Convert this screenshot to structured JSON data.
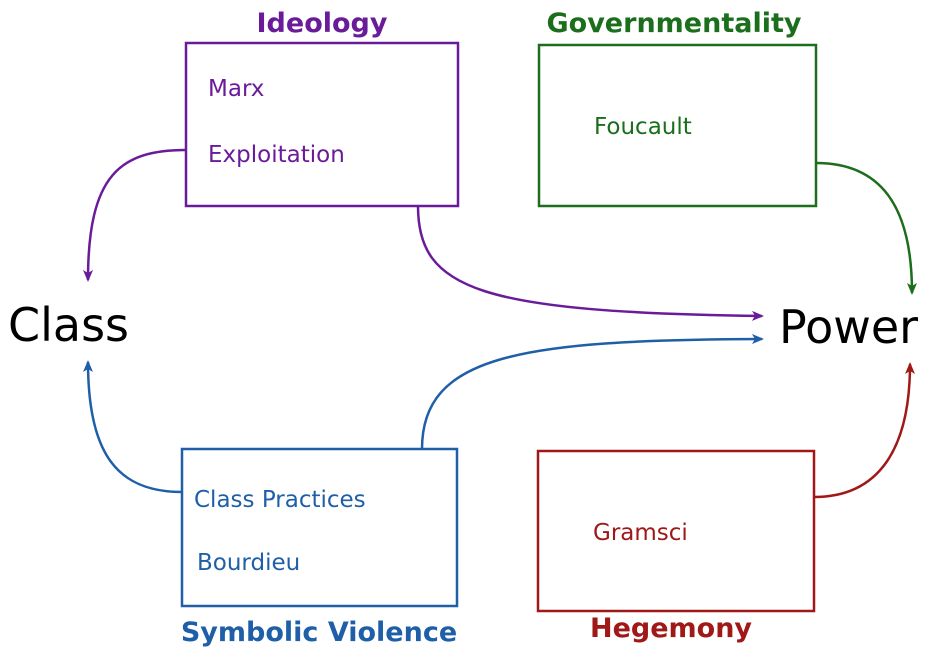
{
  "colors": {
    "ideology": "#6a1b9a",
    "governmentality": "#1b6e1b",
    "symbolic_violence": "#1f5fa8",
    "hegemony": "#a01818",
    "node_text": "#000000"
  },
  "nodes": {
    "class_label": "Class",
    "power_label": "Power"
  },
  "ideology": {
    "title": "Ideology",
    "items": [
      "Marx",
      "Exploitation"
    ]
  },
  "governmentality": {
    "title": "Governmentality",
    "items": [
      "Foucault"
    ]
  },
  "symbolic_violence": {
    "title": "Symbolic Violence",
    "items": [
      "Class Practices",
      "Bourdieu"
    ]
  },
  "hegemony": {
    "title": "Hegemony",
    "items": [
      "Gramsci"
    ]
  },
  "edges": [
    {
      "from": "ideology",
      "to": "class_label"
    },
    {
      "from": "ideology",
      "to": "power_label"
    },
    {
      "from": "governmentality",
      "to": "power_label"
    },
    {
      "from": "symbolic_violence",
      "to": "class_label"
    },
    {
      "from": "symbolic_violence",
      "to": "power_label"
    },
    {
      "from": "hegemony",
      "to": "power_label"
    }
  ]
}
